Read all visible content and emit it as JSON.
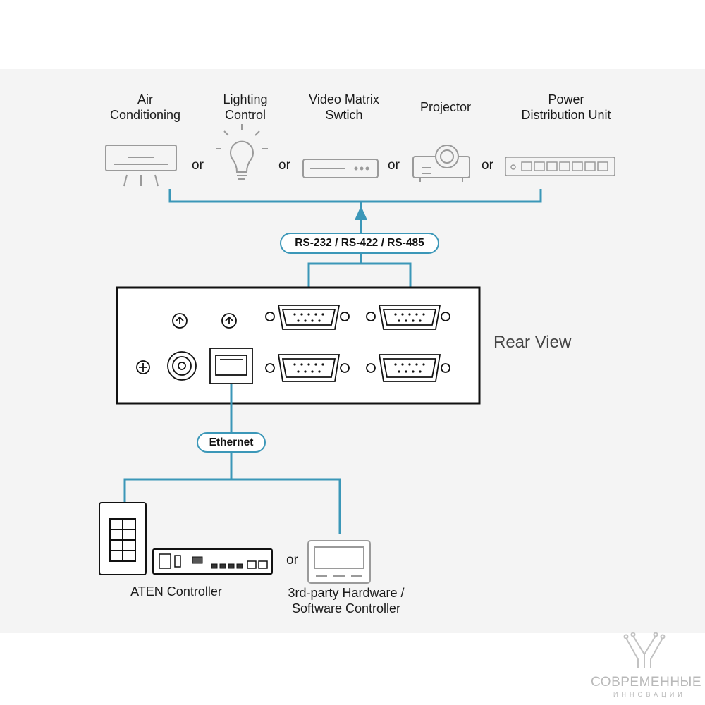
{
  "devices": [
    {
      "line1": "Air",
      "line2": "Conditioning"
    },
    {
      "line1": "Lighting",
      "line2": "Control"
    },
    {
      "line1": "Video Matrix",
      "line2": "Swtich"
    },
    {
      "line1": "Projector",
      "line2": ""
    },
    {
      "line1": "Power",
      "line2": "Distribution Unit"
    }
  ],
  "or_label": "or",
  "serial_label": "RS-232 / RS-422 / RS-485",
  "rear_view_label": "Rear View",
  "ethernet_label": "Ethernet",
  "controllers": {
    "aten": "ATEN Controller",
    "third_party_line1": "3rd-party Hardware /",
    "third_party_line2": "Software Controller"
  },
  "logo": {
    "name": "СОВРЕМЕННЫЕ",
    "sub": "ИННОВАЦИИ"
  },
  "colors": {
    "connector_line": "#3b97b8",
    "device_outline": "#9a9a9a",
    "panel_bg": "#f4f4f4"
  }
}
